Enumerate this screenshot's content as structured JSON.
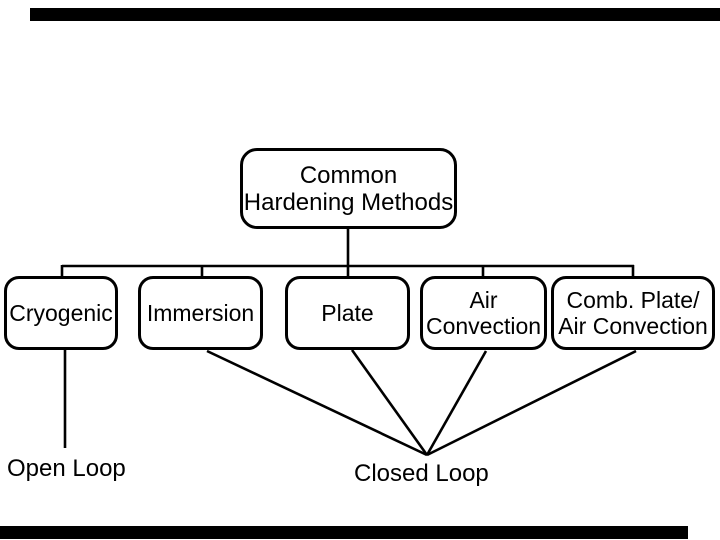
{
  "colors": {
    "ink": "#000000",
    "background": "#ffffff",
    "accent_bar": "#000000"
  },
  "diagram": {
    "title_box": {
      "lines": [
        "Common",
        "Hardening Methods"
      ]
    },
    "method_boxes": [
      {
        "lines": [
          "Cryogenic"
        ]
      },
      {
        "lines": [
          "Immersion"
        ]
      },
      {
        "lines": [
          "Plate"
        ]
      },
      {
        "lines": [
          "Air",
          "Convection"
        ]
      },
      {
        "lines": [
          "Comb. Plate/",
          "Air Convection"
        ]
      }
    ],
    "loop_labels": [
      {
        "label": "Open Loop"
      },
      {
        "label": "Closed Loop"
      }
    ]
  }
}
